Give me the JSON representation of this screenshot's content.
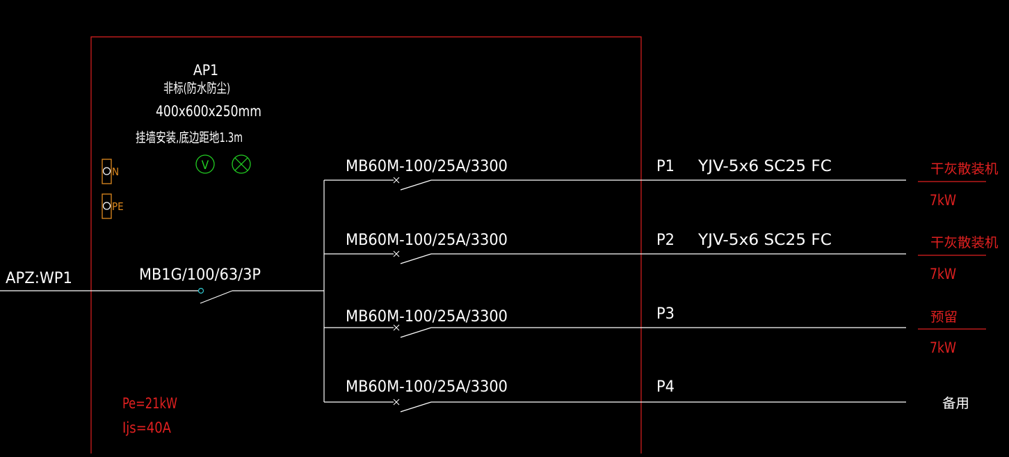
{
  "colors": {
    "background": "#000000",
    "wire": "#ffffff",
    "text": "#ffffff",
    "enclosure": "#e02020",
    "annotation_red": "#e02020",
    "meter_green": "#22cc22",
    "terminal_orange": "#e08a1e",
    "breaker_cyan": "#30c8d0"
  },
  "panel": {
    "name": "AP1",
    "type": "非标(防水防尘)",
    "size": "400x600x250mm",
    "mounting": "挂墙安装,底边距地1.3m",
    "voltmeter_label": "V",
    "lamp_icon": "indicator-lamp-icon",
    "terminals": [
      {
        "label": "N"
      },
      {
        "label": "PE"
      }
    ],
    "pe_load": "Pe=21kW",
    "ijs": "Ijs=40A"
  },
  "incoming": {
    "feeder": "APZ:WP1",
    "main_breaker": "MB1G/100/63/3P"
  },
  "circuits": [
    {
      "breaker": "MB60M-100/25A/3300",
      "circuit_id": "P1",
      "cable": "YJV-5x6 SC25 FC",
      "load_name": "干灰散装机",
      "load_power": "7kW",
      "load_color": "red"
    },
    {
      "breaker": "MB60M-100/25A/3300",
      "circuit_id": "P2",
      "cable": "YJV-5x6 SC25 FC",
      "load_name": "干灰散装机",
      "load_power": "7kW",
      "load_color": "red"
    },
    {
      "breaker": "MB60M-100/25A/3300",
      "circuit_id": "P3",
      "cable": "",
      "load_name": "预留",
      "load_power": "7kW",
      "load_color": "red"
    },
    {
      "breaker": "MB60M-100/25A/3300",
      "circuit_id": "P4",
      "cable": "",
      "load_name": "备用",
      "load_power": "",
      "load_color": "white"
    }
  ]
}
